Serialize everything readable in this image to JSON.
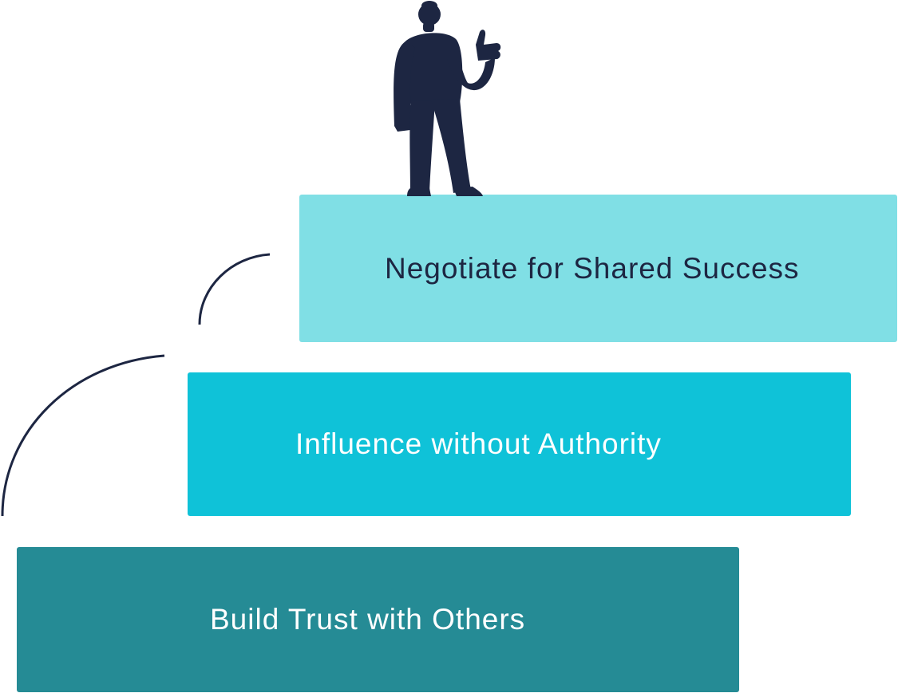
{
  "steps": {
    "top": {
      "label": "Negotiate for Shared Success",
      "color": "#80dfe5",
      "text_color": "#1d2642"
    },
    "middle": {
      "label": "Influence without Authority",
      "color": "#0fc2d8",
      "text_color": "#ffffff"
    },
    "bottom": {
      "label": "Build Trust with Others",
      "color": "#258b95",
      "text_color": "#ffffff"
    }
  },
  "figure": {
    "icon": "person-thumbs-up-icon",
    "color": "#1d2642"
  },
  "connectors": {
    "icon": "curved-arrow-arc",
    "color": "#1d2642"
  }
}
